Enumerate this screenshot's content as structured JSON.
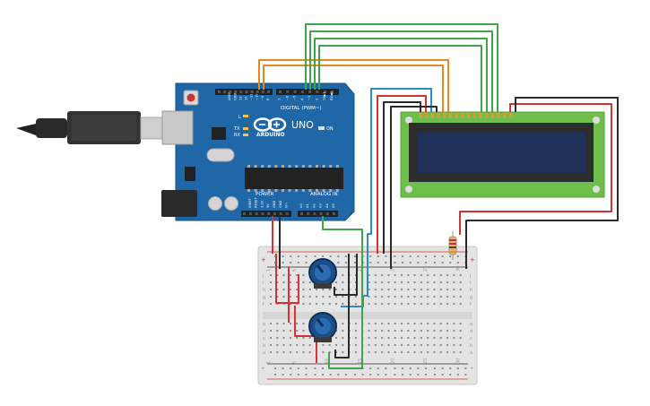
{
  "arduino": {
    "brand": "ARDUINO",
    "model": "UNO",
    "digital_header": "DIGITAL (PWM~)",
    "power_header": "POWER",
    "analog_header": "ANALOG IN",
    "on_label": "ON",
    "l_label": "L",
    "tx_label": "TX",
    "rx_label": "RX",
    "top_pins": [
      "AREF",
      "GND",
      "13",
      "12",
      "~11",
      "~10",
      "~9",
      "8",
      "7",
      "~6",
      "~5",
      "4",
      "~3",
      "2",
      "TX▶1",
      "RX◀0"
    ],
    "power_pins": [
      "IOREF",
      "RESET",
      "3.3V",
      "5V",
      "GND",
      "GND",
      "Vin"
    ],
    "analog_pins": [
      "A0",
      "A1",
      "A2",
      "A3",
      "A4",
      "A5"
    ]
  },
  "breadboard": {
    "row_letters_top": [
      "j",
      "i",
      "h",
      "g",
      "f"
    ],
    "row_letters_bottom": [
      "e",
      "d",
      "c",
      "b",
      "a"
    ],
    "column_numbers": [
      "1",
      "5",
      "10",
      "15",
      "20",
      "25",
      "30"
    ],
    "rail_plus": "+",
    "rail_minus": "-"
  },
  "colors": {
    "board": "#1f67a7",
    "board_dark": "#174f82",
    "wire_green": "#3da64a",
    "wire_orange": "#e8871e",
    "wire_black": "#2b2b2b",
    "wire_red": "#d8312f",
    "wire_blue": "#2a8bc8",
    "lcd_pcb": "#6cbf4a",
    "lcd_screen": "#1f3159",
    "breadboard": "#e4e4e4"
  }
}
